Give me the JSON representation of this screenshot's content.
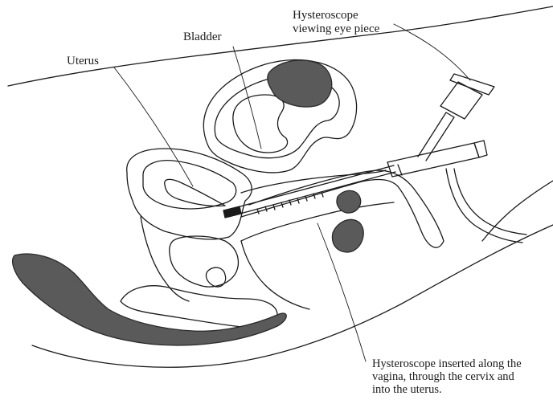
{
  "labels": {
    "bladder": "Bladder",
    "uterus": "Uterus",
    "eyepiece_line1": "Hysteroscope",
    "eyepiece_line2": "viewing eye piece",
    "inserted_line1": "Hysteroscope inserted along the",
    "inserted_line2": "vagina, through the cervix and",
    "inserted_line3": "into the uterus."
  },
  "colors": {
    "ink": "#1a1a1a",
    "shaded": "#5a5a5a",
    "background": "#ffffff"
  }
}
